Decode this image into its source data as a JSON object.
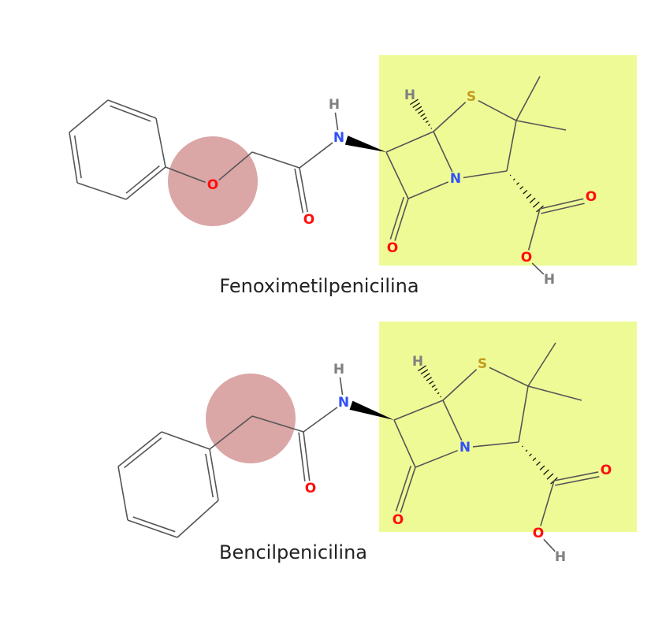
{
  "colors": {
    "highlight_box": "#eefa96",
    "highlight_circle": "#dba6a6",
    "bond": "#555555",
    "N": "#3050f8",
    "O": "#ff0d0d",
    "S": "#c49a1c",
    "H": "#808080"
  },
  "molecules": [
    {
      "name": "Fenoximetilpenicilina",
      "atom_labels": [
        "O",
        "O",
        "N",
        "H",
        "H",
        "N",
        "O",
        "S",
        "O",
        "O",
        "H"
      ]
    },
    {
      "name": "Bencilpenicilina",
      "atom_labels": [
        "O",
        "N",
        "H",
        "H",
        "N",
        "O",
        "S",
        "O",
        "O",
        "H"
      ]
    }
  ]
}
